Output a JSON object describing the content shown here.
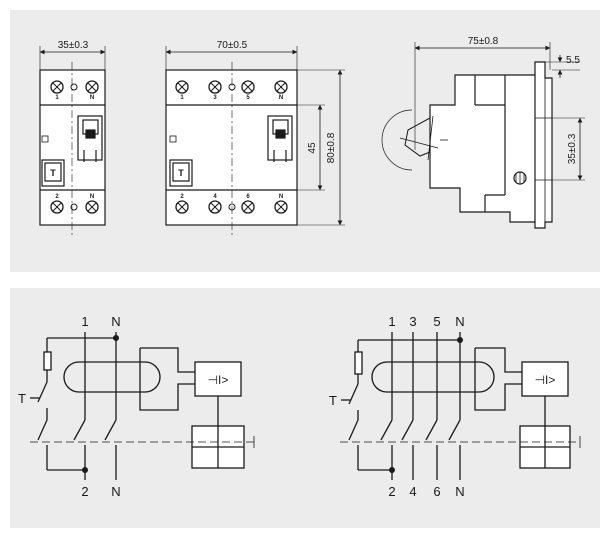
{
  "colors": {
    "panel_bg": "#ececec",
    "line": "#1a1a1a",
    "text": "#1a1a1a"
  },
  "dimensions": {
    "width_2p": "35±0.3",
    "width_4p": "70±0.5",
    "height_45": "45",
    "height_80": "80±0.8",
    "depth": "75±0.8",
    "rail_offset": "5.5",
    "rail_height": "35±0.3"
  },
  "terminals_2p": {
    "top": [
      "1",
      "N"
    ],
    "bottom": [
      "2",
      "N"
    ]
  },
  "terminals_4p": {
    "top": [
      "1",
      "3",
      "5",
      "N"
    ],
    "bottom": [
      "2",
      "4",
      "6",
      "N"
    ]
  },
  "test_button": "T",
  "schematic_2p": {
    "top": [
      "1",
      "N"
    ],
    "bottom": [
      "2",
      "N"
    ],
    "trip_unit": "⊣I>",
    "test_label": "T"
  },
  "schematic_4p": {
    "top": [
      "1",
      "3",
      "5",
      "N"
    ],
    "bottom": [
      "2",
      "4",
      "6",
      "N"
    ],
    "trip_unit": "⊣I>",
    "test_label": "T"
  }
}
